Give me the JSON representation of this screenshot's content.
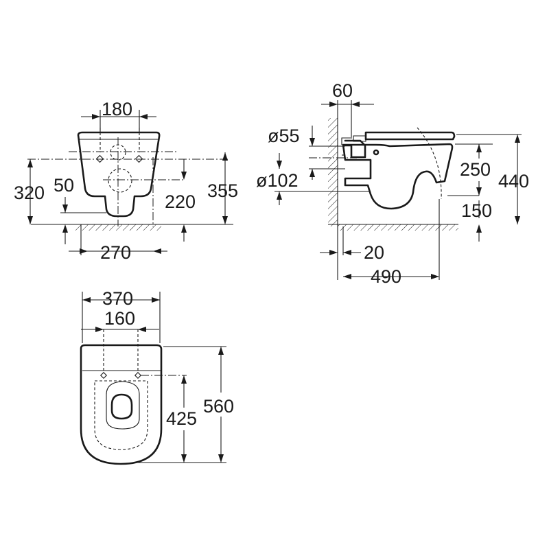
{
  "front_view": {
    "width_bolts": "180",
    "height_pan_top": "320",
    "outlet_rise": "50",
    "outlet_height": "220",
    "height_overall": "355",
    "outlet_offset": "270"
  },
  "side_view": {
    "inlet_projection": "60",
    "inlet_diameter": "ø55",
    "outlet_diameter": "ø102",
    "rim_height": "250",
    "overall_height": "440",
    "outlet_height": "150",
    "wall_clearance": "20",
    "depth": "490"
  },
  "plan_view": {
    "width": "370",
    "bolt_spacing": "160",
    "bolt_to_front": "425",
    "length": "560"
  }
}
